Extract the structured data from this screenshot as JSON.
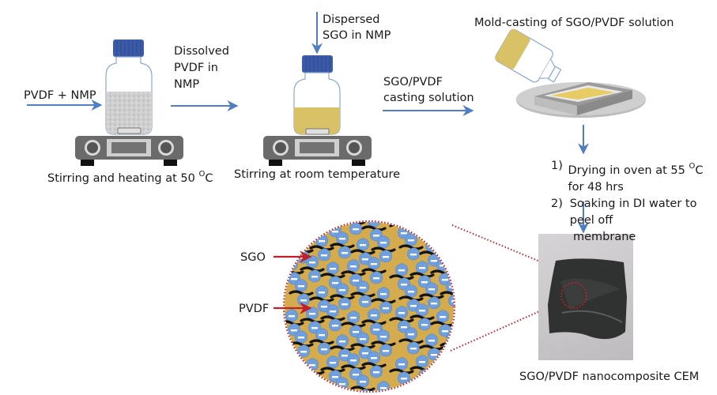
{
  "diagram": {
    "title": "Fabrication of SGO/PVDF nanocomposite cation exchange membrane",
    "stages": [
      {
        "id": "stage1",
        "input_label": "PVDF + NMP",
        "caption": "Stirring and heating at 50",
        "caption_unit": "C",
        "caption_degree": "O"
      },
      {
        "id": "stage2",
        "transfer_label_lines": [
          "Dissolved",
          "PVDF in",
          "NMP"
        ],
        "top_input_lines": [
          "Dispersed",
          "SGO in NMP"
        ],
        "caption": "Stirring at room temperature"
      },
      {
        "id": "stage3",
        "transfer_label_lines": [
          "SGO/PVDF",
          "casting solution"
        ],
        "title": "Mold-casting of SGO/PVDF solution"
      }
    ],
    "post_steps": [
      {
        "num": "1)",
        "text_a": "Drying in oven at 55 ",
        "degree": "O",
        "text_b": "C for 48 hrs"
      },
      {
        "num": "2)",
        "text": "Soaking in DI water to peel off"
      },
      {
        "num": "",
        "text": "membrane"
      }
    ],
    "zoom_labels": {
      "sgo": "SGO",
      "pvdf": "PVDF"
    },
    "product_caption": "SGO/PVDF nanocomposite CEM",
    "colors": {
      "arrow_blue": "#4f7ec4",
      "cap_blue": "#3b5ba8",
      "solution_yellow": "#d8c265",
      "matrix_gold": "#d4ac4e",
      "sgo_blue": "#6f9fdc",
      "red_dotted": "#c0202a",
      "plate_gray": "#6b6b6b",
      "membrane_dark": "#2f3231"
    }
  }
}
